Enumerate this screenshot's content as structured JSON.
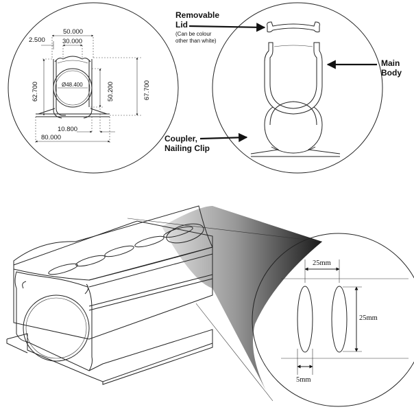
{
  "profile_drawing": {
    "dimensions": {
      "overall_width": "50.000",
      "inner_width": "30.000",
      "wall": "2.500",
      "height_left": "62.700",
      "diameter": "Ø48.400",
      "height_inner": "50.200",
      "height_right": "67.700",
      "offset": "10.800",
      "base_width": "80.000"
    }
  },
  "components_drawing": {
    "lid_label_line1": "Removable",
    "lid_label_line2": "Lid",
    "lid_note_line1": "(Can be colour",
    "lid_note_line2": "other than white)",
    "body_label_line1": "Main",
    "body_label_line2": "Body",
    "coupler_label_line1": "Coupler,",
    "coupler_label_line2": "Nailing Clip"
  },
  "slot_detail": {
    "slot_spacing": "25mm",
    "slot_length": "25mm",
    "slot_width": "5mm"
  }
}
